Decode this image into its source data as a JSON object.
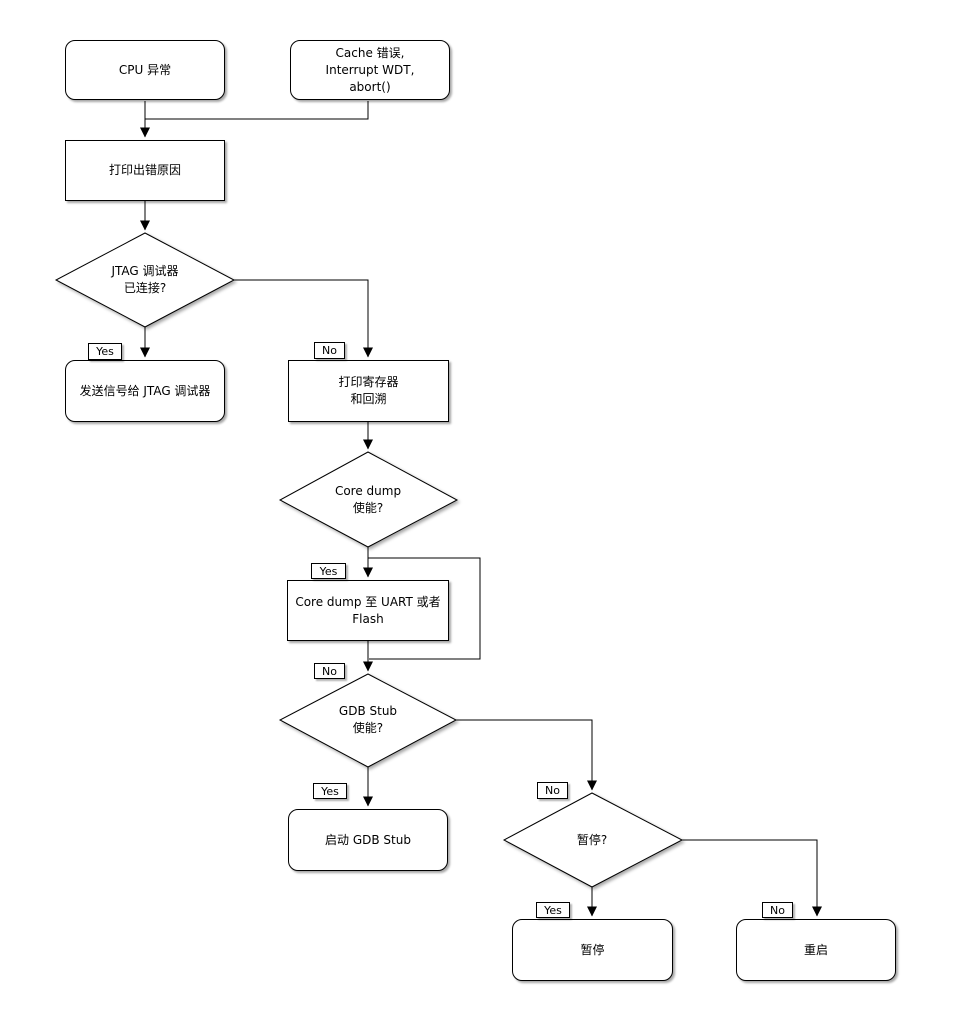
{
  "diagram": {
    "type": "flowchart",
    "description": "Fatal error / panic handling flowchart",
    "colors": {
      "background": "#ffffff",
      "node_fill": "#ffffff",
      "stroke": "#000000",
      "text": "#000000",
      "shadow": "rgba(0,0,0,0.35)"
    }
  },
  "branch_labels": {
    "yes": "Yes",
    "no": "No"
  },
  "nodes": {
    "cpu_exception": {
      "shape": "rounded",
      "label": "CPU 异常"
    },
    "cache_error": {
      "shape": "rounded",
      "label": "Cache 错误,\nInterrupt WDT,\nabort()"
    },
    "print_error_cause": {
      "shape": "rect",
      "label": "打印出错原因"
    },
    "jtag_connected": {
      "shape": "diamond",
      "label": "JTAG 调试器\n已连接?"
    },
    "send_signal_jtag": {
      "shape": "rounded",
      "label": "发送信号给 JTAG 调试器"
    },
    "print_registers_backtrace": {
      "shape": "rect",
      "label": "打印寄存器\n和回溯"
    },
    "core_dump_enabled": {
      "shape": "diamond",
      "label": "Core dump\n使能?"
    },
    "core_dump_uart_flash": {
      "shape": "rect",
      "label": "Core dump 至 UART 或者 Flash"
    },
    "gdb_stub_enabled": {
      "shape": "diamond",
      "label": "GDB Stub\n使能?"
    },
    "start_gdb_stub": {
      "shape": "rounded",
      "label": "启动 GDB Stub"
    },
    "halt_question": {
      "shape": "diamond",
      "label": "暂停?"
    },
    "halt": {
      "shape": "rounded",
      "label": "暂停"
    },
    "reboot": {
      "shape": "rounded",
      "label": "重启"
    }
  },
  "edges": [
    {
      "from": "cpu_exception",
      "to": "print_error_cause",
      "label": ""
    },
    {
      "from": "cache_error",
      "to": "print_error_cause",
      "label": ""
    },
    {
      "from": "print_error_cause",
      "to": "jtag_connected",
      "label": ""
    },
    {
      "from": "jtag_connected",
      "to": "send_signal_jtag",
      "label": "Yes"
    },
    {
      "from": "jtag_connected",
      "to": "print_registers_backtrace",
      "label": "No"
    },
    {
      "from": "print_registers_backtrace",
      "to": "core_dump_enabled",
      "label": ""
    },
    {
      "from": "core_dump_enabled",
      "to": "core_dump_uart_flash",
      "label": "Yes"
    },
    {
      "from": "core_dump_enabled",
      "to": "gdb_stub_enabled",
      "label": "No"
    },
    {
      "from": "core_dump_uart_flash",
      "to": "gdb_stub_enabled",
      "label": ""
    },
    {
      "from": "gdb_stub_enabled",
      "to": "start_gdb_stub",
      "label": "Yes"
    },
    {
      "from": "gdb_stub_enabled",
      "to": "halt_question",
      "label": "No"
    },
    {
      "from": "halt_question",
      "to": "halt",
      "label": "Yes"
    },
    {
      "from": "halt_question",
      "to": "reboot",
      "label": "No"
    }
  ]
}
